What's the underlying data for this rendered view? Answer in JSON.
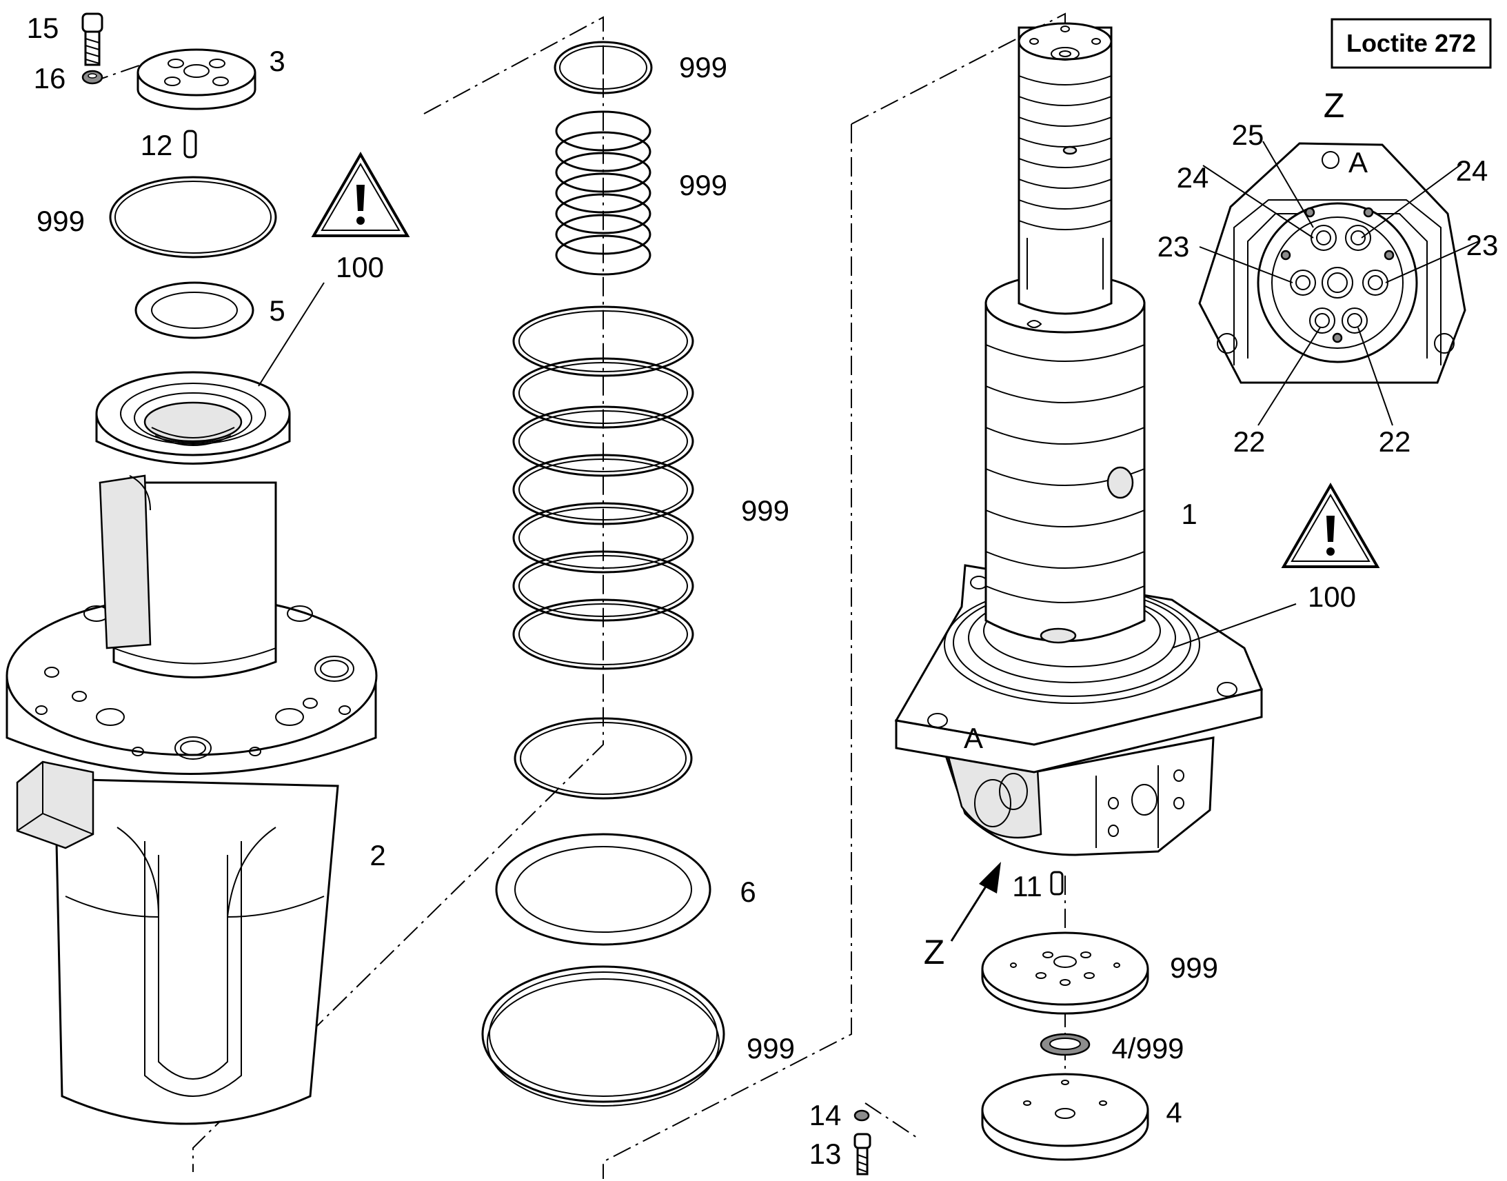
{
  "note_box": {
    "text": "Loctite 272"
  },
  "view_labels": {
    "z_detail": "Z",
    "z_arrow": "Z",
    "a_on_detail": "A",
    "a_on_body": "A"
  },
  "callouts": {
    "c15": "15",
    "c16": "16",
    "c3": "3",
    "c12": "12",
    "c999_oring": "999",
    "c5": "5",
    "c100_left": "100",
    "c2": "2",
    "c999_mid1": "999",
    "c999_mid2": "999",
    "c999_mid3": "999",
    "c6": "6",
    "c999_mid4": "999",
    "c1": "1",
    "c100_right": "100",
    "c11": "11",
    "c999_plate": "999",
    "c4_999": "4/999",
    "c4": "4",
    "c14": "14",
    "c13": "13",
    "z25": "25",
    "z24_left": "24",
    "z24_right": "24",
    "z23_left": "23",
    "z23_right": "23",
    "z22_left": "22",
    "z22_right": "22"
  },
  "icons": [
    "warning-icon"
  ]
}
